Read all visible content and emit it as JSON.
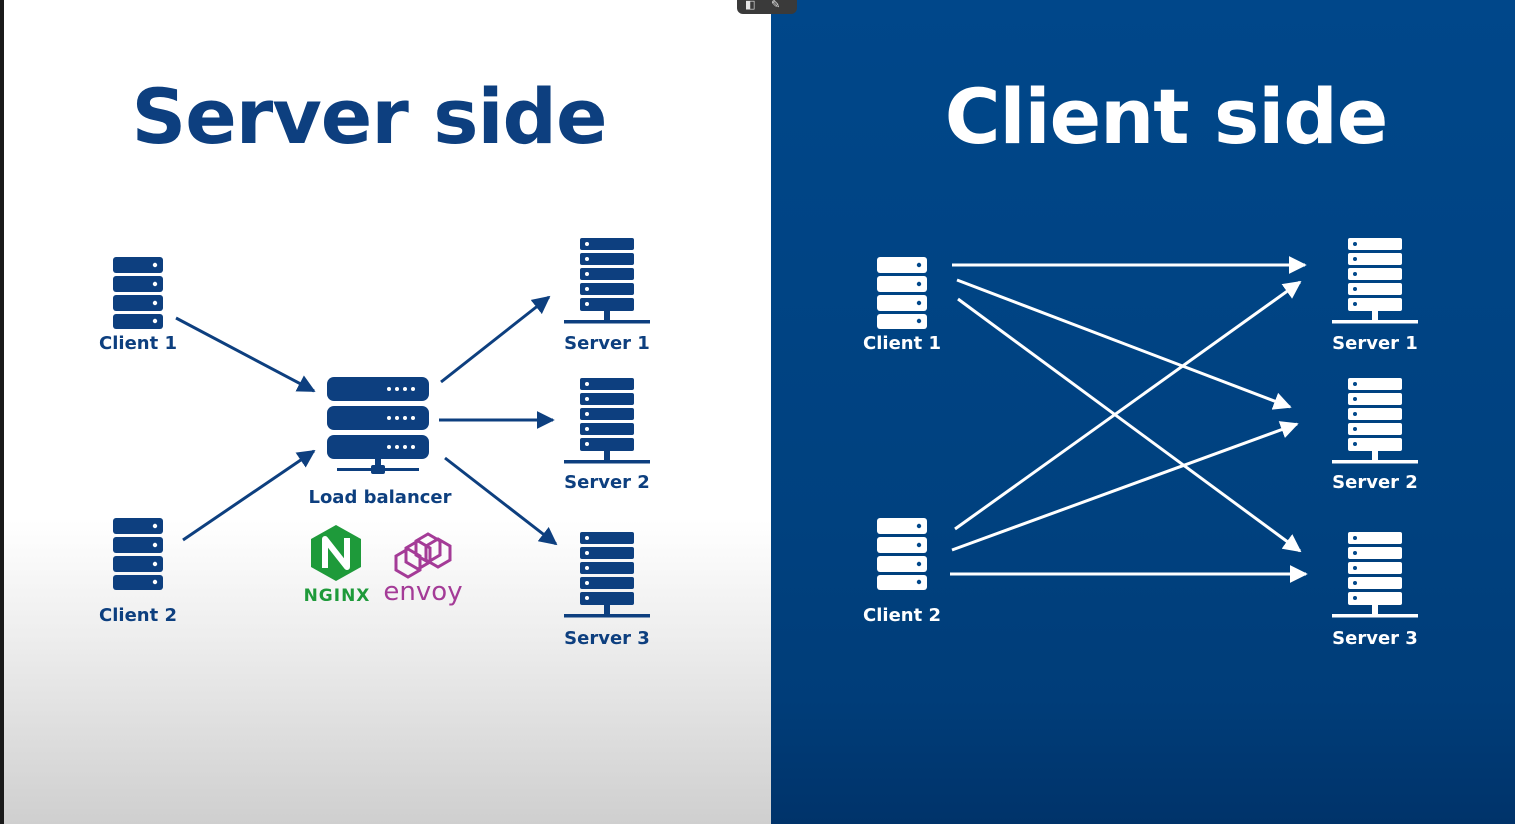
{
  "left": {
    "title": "Server side",
    "clients": [
      "Client 1",
      "Client 2"
    ],
    "servers": [
      "Server 1",
      "Server 2",
      "Server 3"
    ],
    "load_balancer_label": "Load balancer",
    "logos": {
      "nginx": "NGINX",
      "envoy": "envoy"
    },
    "colors": {
      "primary": "#0d3f7f",
      "background": "#ffffff",
      "nginx": "#1e9a3a",
      "envoy": "#a43b97"
    }
  },
  "right": {
    "title": "Client side",
    "clients": [
      "Client 1",
      "Client 2"
    ],
    "servers": [
      "Server 1",
      "Server 2",
      "Server 3"
    ],
    "colors": {
      "primary": "#ffffff",
      "background": "#00478a"
    }
  },
  "toolbar": {
    "icons": [
      "screen-share-icon",
      "edit-screen-icon"
    ]
  }
}
